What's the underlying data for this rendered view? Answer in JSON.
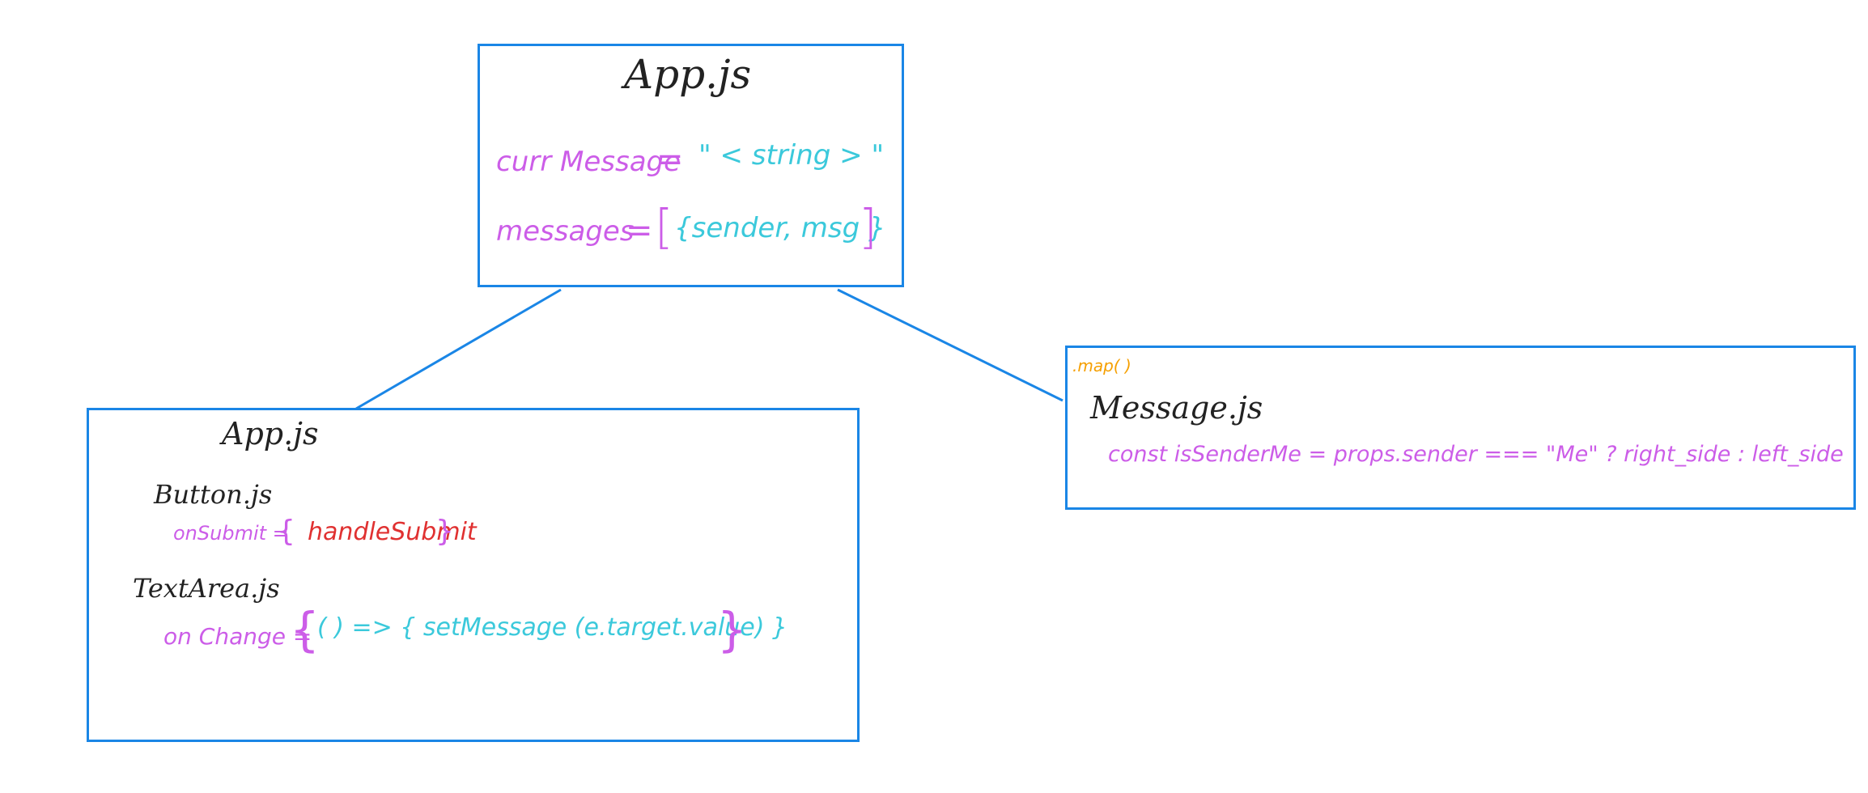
{
  "colors": {
    "box_border": "#1a86e6",
    "purple": "#cc5de8",
    "cyan": "#3bc9db",
    "red": "#e03131",
    "orange": "#f59f00",
    "dark": "#222222"
  },
  "top_box": {
    "title": "App.js",
    "curr_message_name": "curr Message",
    "curr_message_eq": "=",
    "curr_message_value": "\" < string > \"",
    "messages_name": "messages",
    "messages_eq": "=",
    "messages_open": "[",
    "messages_value": "{sender, msg }",
    "messages_close": "]"
  },
  "left_box": {
    "title": "App.js",
    "button_file": "Button.js",
    "on_submit_prop": "onSubmit =",
    "on_submit_open": "{",
    "on_submit_value": "handleSubmit",
    "on_submit_close": "}",
    "textarea_file": "TextArea.js",
    "on_change_prop": "on Change =",
    "on_change_open": "{",
    "on_change_value": "( ) => { setMessage (e.target.value) }",
    "on_change_close": "}"
  },
  "right_box": {
    "map_label": ".map( )",
    "title": "Message.js",
    "code_line": "const  isSenderMe  =  props.sender  ===  \"Me\"    ? right_side   :  left_side"
  }
}
